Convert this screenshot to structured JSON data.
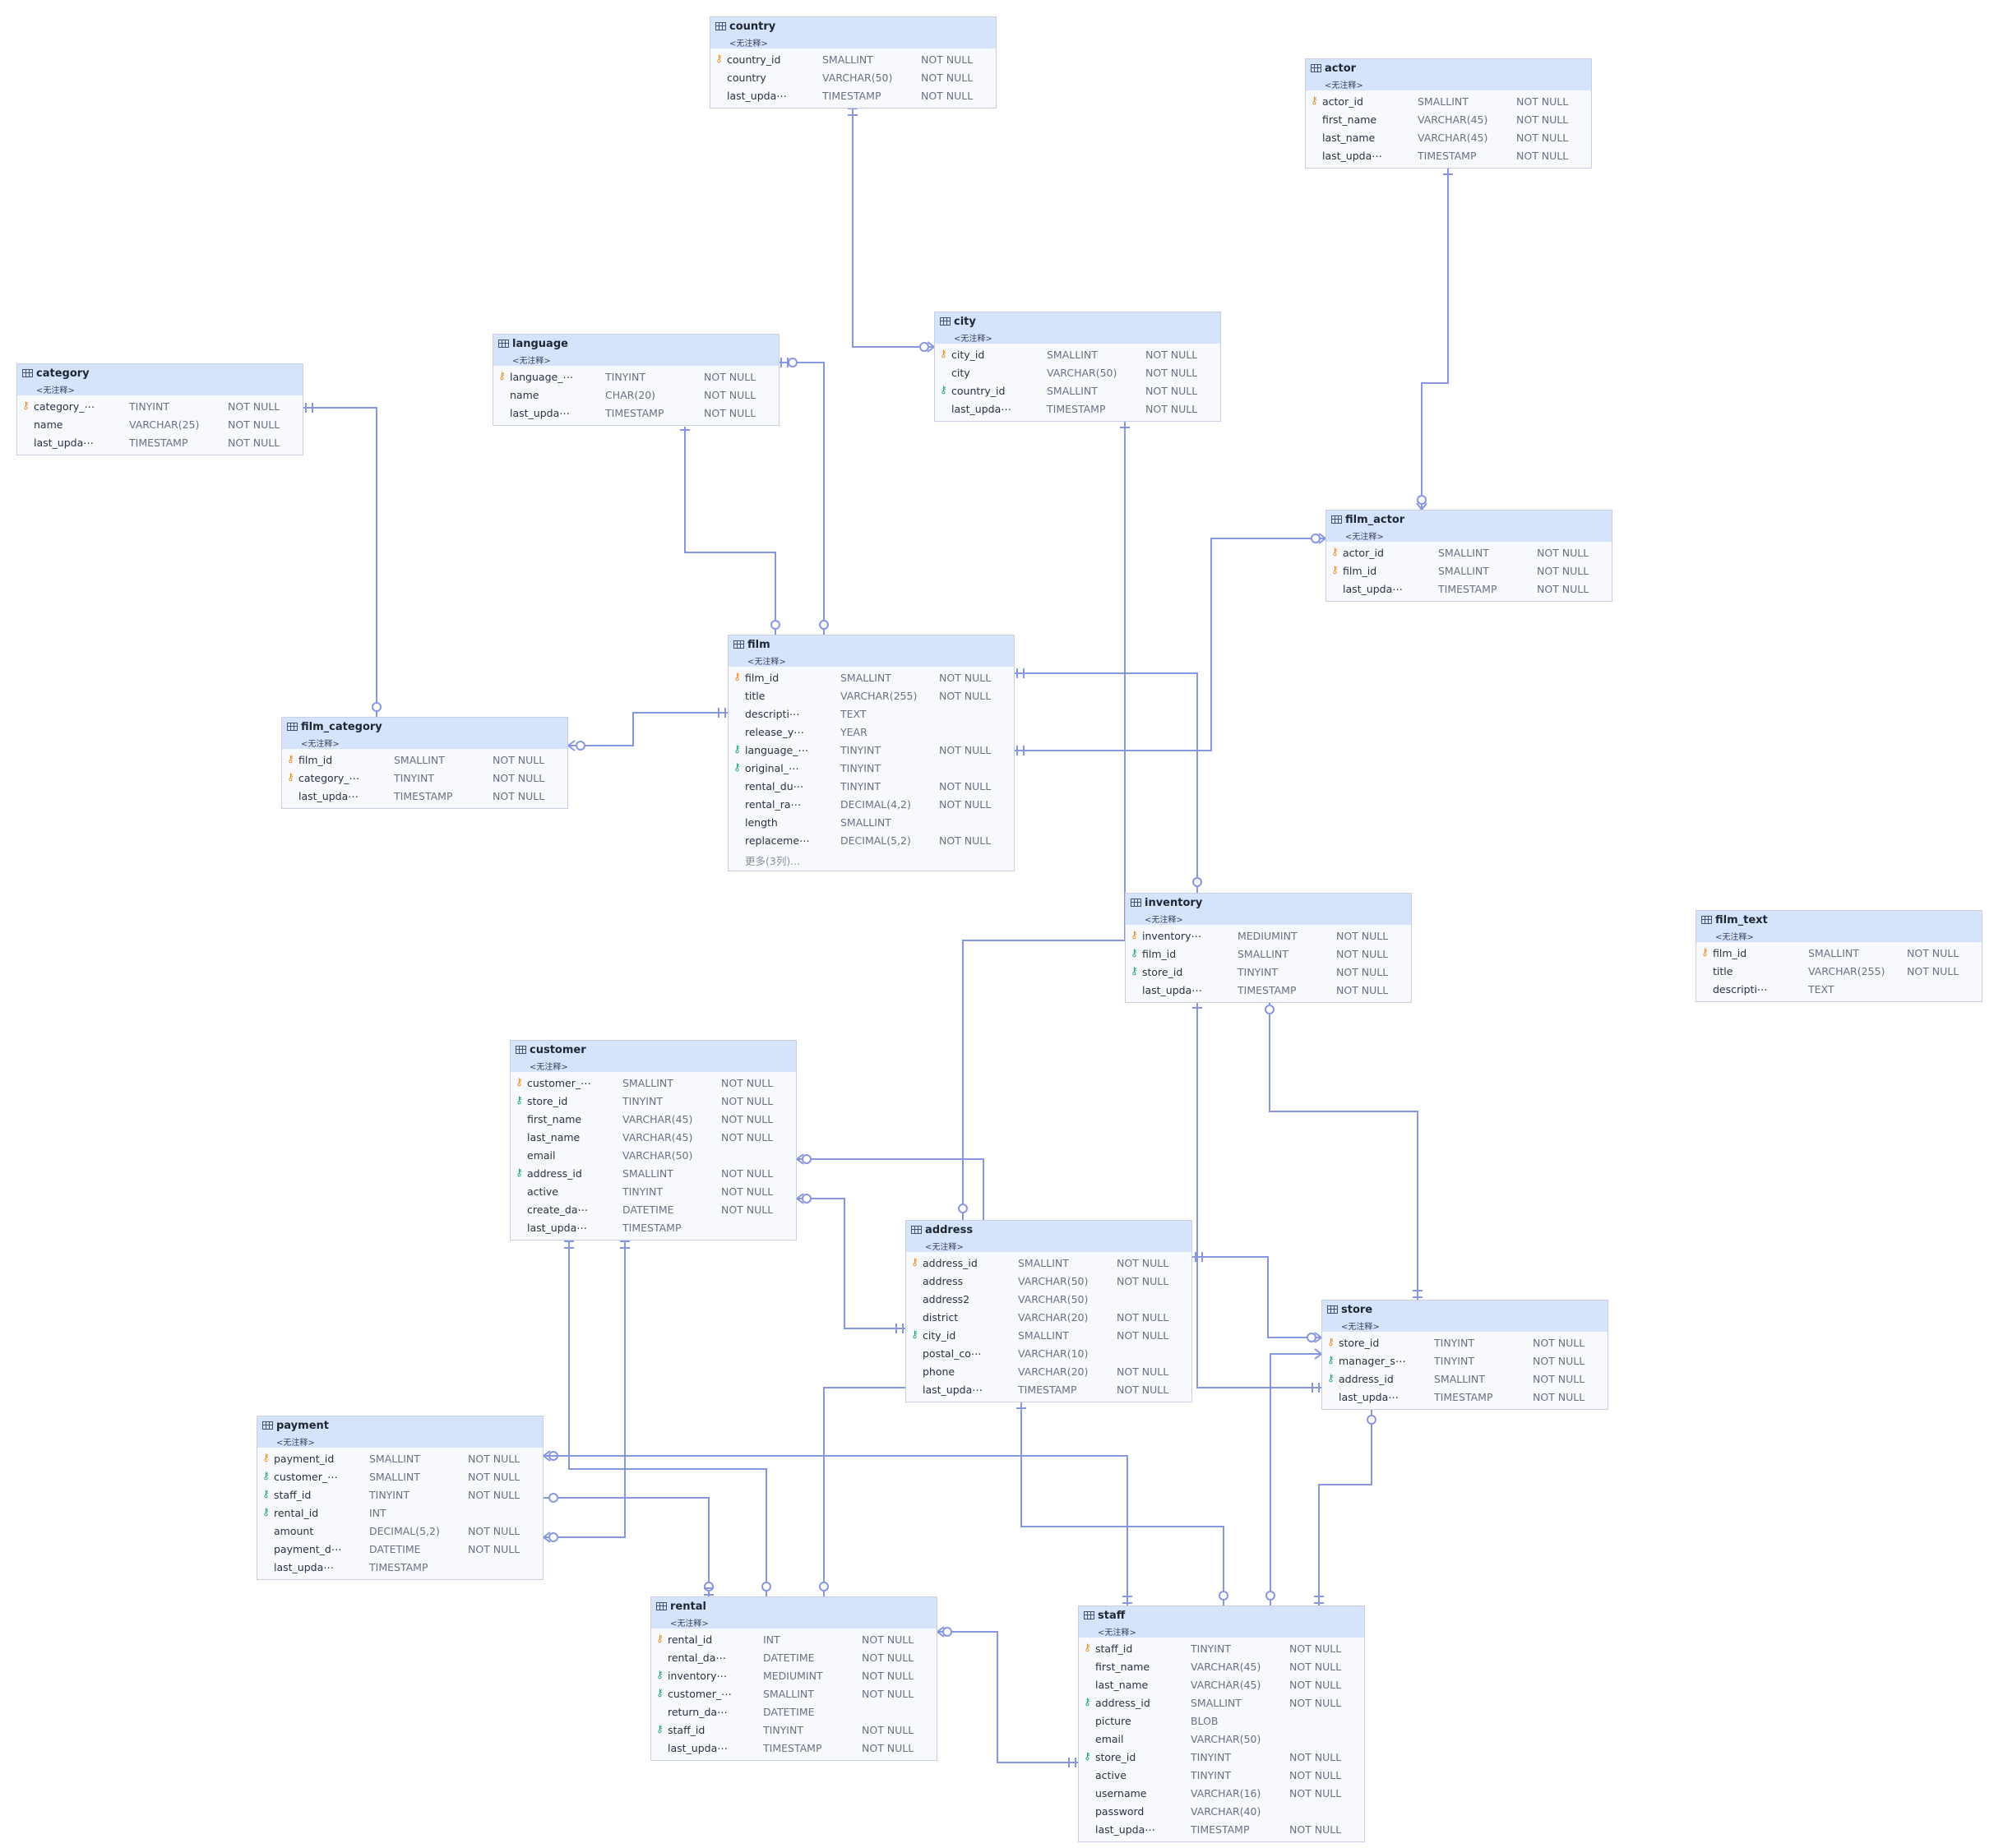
{
  "diagram": {
    "entities": [
      {
        "name": "country",
        "comment": "<无注释>",
        "columns": [
          {
            "key": "pk",
            "name": "country_id",
            "type": "SMALLINT",
            "null": "NOT NULL"
          },
          {
            "key": "",
            "name": "country",
            "type": "VARCHAR(50)",
            "null": "NOT NULL"
          },
          {
            "key": "",
            "name": "last_upda⋯",
            "type": "TIMESTAMP",
            "null": "NOT NULL"
          }
        ]
      },
      {
        "name": "actor",
        "comment": "<无注释>",
        "columns": [
          {
            "key": "pk",
            "name": "actor_id",
            "type": "SMALLINT",
            "null": "NOT NULL"
          },
          {
            "key": "",
            "name": "first_name",
            "type": "VARCHAR(45)",
            "null": "NOT NULL"
          },
          {
            "key": "",
            "name": "last_name",
            "type": "VARCHAR(45)",
            "null": "NOT NULL"
          },
          {
            "key": "",
            "name": "last_upda⋯",
            "type": "TIMESTAMP",
            "null": "NOT NULL"
          }
        ]
      },
      {
        "name": "language",
        "comment": "<无注释>",
        "columns": [
          {
            "key": "pk",
            "name": "language_⋯",
            "type": "TINYINT",
            "null": "NOT NULL"
          },
          {
            "key": "",
            "name": "name",
            "type": "CHAR(20)",
            "null": "NOT NULL"
          },
          {
            "key": "",
            "name": "last_upda⋯",
            "type": "TIMESTAMP",
            "null": "NOT NULL"
          }
        ]
      },
      {
        "name": "city",
        "comment": "<无注释>",
        "columns": [
          {
            "key": "pk",
            "name": "city_id",
            "type": "SMALLINT",
            "null": "NOT NULL"
          },
          {
            "key": "",
            "name": "city",
            "type": "VARCHAR(50)",
            "null": "NOT NULL"
          },
          {
            "key": "fk",
            "name": "country_id",
            "type": "SMALLINT",
            "null": "NOT NULL"
          },
          {
            "key": "",
            "name": "last_upda⋯",
            "type": "TIMESTAMP",
            "null": "NOT NULL"
          }
        ]
      },
      {
        "name": "category",
        "comment": "<无注释>",
        "columns": [
          {
            "key": "pk",
            "name": "category_⋯",
            "type": "TINYINT",
            "null": "NOT NULL"
          },
          {
            "key": "",
            "name": "name",
            "type": "VARCHAR(25)",
            "null": "NOT NULL"
          },
          {
            "key": "",
            "name": "last_upda⋯",
            "type": "TIMESTAMP",
            "null": "NOT NULL"
          }
        ]
      },
      {
        "name": "film_actor",
        "comment": "<无注释>",
        "columns": [
          {
            "key": "pk",
            "name": "actor_id",
            "type": "SMALLINT",
            "null": "NOT NULL"
          },
          {
            "key": "pk",
            "name": "film_id",
            "type": "SMALLINT",
            "null": "NOT NULL"
          },
          {
            "key": "",
            "name": "last_upda⋯",
            "type": "TIMESTAMP",
            "null": "NOT NULL"
          }
        ]
      },
      {
        "name": "film",
        "comment": "<无注释>",
        "columns": [
          {
            "key": "pk",
            "name": "film_id",
            "type": "SMALLINT",
            "null": "NOT NULL"
          },
          {
            "key": "",
            "name": "title",
            "type": "VARCHAR(255)",
            "null": "NOT NULL"
          },
          {
            "key": "",
            "name": "descripti⋯",
            "type": "TEXT",
            "null": ""
          },
          {
            "key": "",
            "name": "release_y⋯",
            "type": "YEAR",
            "null": ""
          },
          {
            "key": "fk",
            "name": "language_⋯",
            "type": "TINYINT",
            "null": "NOT NULL"
          },
          {
            "key": "fk",
            "name": "original_⋯",
            "type": "TINYINT",
            "null": ""
          },
          {
            "key": "",
            "name": "rental_du⋯",
            "type": "TINYINT",
            "null": "NOT NULL"
          },
          {
            "key": "",
            "name": "rental_ra⋯",
            "type": "DECIMAL(4,2)",
            "null": "NOT NULL"
          },
          {
            "key": "",
            "name": "length",
            "type": "SMALLINT",
            "null": ""
          },
          {
            "key": "",
            "name": "replaceme⋯",
            "type": "DECIMAL(5,2)",
            "null": "NOT NULL"
          }
        ],
        "more": "更多(3列)..."
      },
      {
        "name": "film_category",
        "comment": "<无注释>",
        "columns": [
          {
            "key": "pk",
            "name": "film_id",
            "type": "SMALLINT",
            "null": "NOT NULL"
          },
          {
            "key": "pk",
            "name": "category_⋯",
            "type": "TINYINT",
            "null": "NOT NULL"
          },
          {
            "key": "",
            "name": "last_upda⋯",
            "type": "TIMESTAMP",
            "null": "NOT NULL"
          }
        ]
      },
      {
        "name": "inventory",
        "comment": "<无注释>",
        "columns": [
          {
            "key": "pk",
            "name": "inventory⋯",
            "type": "MEDIUMINT",
            "null": "NOT NULL"
          },
          {
            "key": "fk",
            "name": "film_id",
            "type": "SMALLINT",
            "null": "NOT NULL"
          },
          {
            "key": "fk",
            "name": "store_id",
            "type": "TINYINT",
            "null": "NOT NULL"
          },
          {
            "key": "",
            "name": "last_upda⋯",
            "type": "TIMESTAMP",
            "null": "NOT NULL"
          }
        ]
      },
      {
        "name": "film_text",
        "comment": "<无注释>",
        "columns": [
          {
            "key": "pk",
            "name": "film_id",
            "type": "SMALLINT",
            "null": "NOT NULL"
          },
          {
            "key": "",
            "name": "title",
            "type": "VARCHAR(255)",
            "null": "NOT NULL"
          },
          {
            "key": "",
            "name": "descripti⋯",
            "type": "TEXT",
            "null": ""
          }
        ]
      },
      {
        "name": "customer",
        "comment": "<无注释>",
        "columns": [
          {
            "key": "pk",
            "name": "customer_⋯",
            "type": "SMALLINT",
            "null": "NOT NULL"
          },
          {
            "key": "fk",
            "name": "store_id",
            "type": "TINYINT",
            "null": "NOT NULL"
          },
          {
            "key": "",
            "name": "first_name",
            "type": "VARCHAR(45)",
            "null": "NOT NULL"
          },
          {
            "key": "",
            "name": "last_name",
            "type": "VARCHAR(45)",
            "null": "NOT NULL"
          },
          {
            "key": "",
            "name": "email",
            "type": "VARCHAR(50)",
            "null": ""
          },
          {
            "key": "fk",
            "name": "address_id",
            "type": "SMALLINT",
            "null": "NOT NULL"
          },
          {
            "key": "",
            "name": "active",
            "type": "TINYINT",
            "null": "NOT NULL"
          },
          {
            "key": "",
            "name": "create_da⋯",
            "type": "DATETIME",
            "null": "NOT NULL"
          },
          {
            "key": "",
            "name": "last_upda⋯",
            "type": "TIMESTAMP",
            "null": ""
          }
        ]
      },
      {
        "name": "address",
        "comment": "<无注释>",
        "columns": [
          {
            "key": "pk",
            "name": "address_id",
            "type": "SMALLINT",
            "null": "NOT NULL"
          },
          {
            "key": "",
            "name": "address",
            "type": "VARCHAR(50)",
            "null": "NOT NULL"
          },
          {
            "key": "",
            "name": "address2",
            "type": "VARCHAR(50)",
            "null": ""
          },
          {
            "key": "",
            "name": "district",
            "type": "VARCHAR(20)",
            "null": "NOT NULL"
          },
          {
            "key": "fk",
            "name": "city_id",
            "type": "SMALLINT",
            "null": "NOT NULL"
          },
          {
            "key": "",
            "name": "postal_co⋯",
            "type": "VARCHAR(10)",
            "null": ""
          },
          {
            "key": "",
            "name": "phone",
            "type": "VARCHAR(20)",
            "null": "NOT NULL"
          },
          {
            "key": "",
            "name": "last_upda⋯",
            "type": "TIMESTAMP",
            "null": "NOT NULL"
          }
        ]
      },
      {
        "name": "store",
        "comment": "<无注释>",
        "columns": [
          {
            "key": "pk",
            "name": "store_id",
            "type": "TINYINT",
            "null": "NOT NULL"
          },
          {
            "key": "fk",
            "name": "manager_s⋯",
            "type": "TINYINT",
            "null": "NOT NULL"
          },
          {
            "key": "fk",
            "name": "address_id",
            "type": "SMALLINT",
            "null": "NOT NULL"
          },
          {
            "key": "",
            "name": "last_upda⋯",
            "type": "TIMESTAMP",
            "null": "NOT NULL"
          }
        ]
      },
      {
        "name": "payment",
        "comment": "<无注释>",
        "columns": [
          {
            "key": "pk",
            "name": "payment_id",
            "type": "SMALLINT",
            "null": "NOT NULL"
          },
          {
            "key": "fk",
            "name": "customer_⋯",
            "type": "SMALLINT",
            "null": "NOT NULL"
          },
          {
            "key": "fk",
            "name": "staff_id",
            "type": "TINYINT",
            "null": "NOT NULL"
          },
          {
            "key": "fk",
            "name": "rental_id",
            "type": "INT",
            "null": ""
          },
          {
            "key": "",
            "name": "amount",
            "type": "DECIMAL(5,2)",
            "null": "NOT NULL"
          },
          {
            "key": "",
            "name": "payment_d⋯",
            "type": "DATETIME",
            "null": "NOT NULL"
          },
          {
            "key": "",
            "name": "last_upda⋯",
            "type": "TIMESTAMP",
            "null": ""
          }
        ]
      },
      {
        "name": "rental",
        "comment": "<无注释>",
        "columns": [
          {
            "key": "pk",
            "name": "rental_id",
            "type": "INT",
            "null": "NOT NULL"
          },
          {
            "key": "",
            "name": "rental_da⋯",
            "type": "DATETIME",
            "null": "NOT NULL"
          },
          {
            "key": "fk",
            "name": "inventory⋯",
            "type": "MEDIUMINT",
            "null": "NOT NULL"
          },
          {
            "key": "fk",
            "name": "customer_⋯",
            "type": "SMALLINT",
            "null": "NOT NULL"
          },
          {
            "key": "",
            "name": "return_da⋯",
            "type": "DATETIME",
            "null": ""
          },
          {
            "key": "fk",
            "name": "staff_id",
            "type": "TINYINT",
            "null": "NOT NULL"
          },
          {
            "key": "",
            "name": "last_upda⋯",
            "type": "TIMESTAMP",
            "null": "NOT NULL"
          }
        ]
      },
      {
        "name": "staff",
        "comment": "<无注释>",
        "columns": [
          {
            "key": "pk",
            "name": "staff_id",
            "type": "TINYINT",
            "null": "NOT NULL"
          },
          {
            "key": "",
            "name": "first_name",
            "type": "VARCHAR(45)",
            "null": "NOT NULL"
          },
          {
            "key": "",
            "name": "last_name",
            "type": "VARCHAR(45)",
            "null": "NOT NULL"
          },
          {
            "key": "fk",
            "name": "address_id",
            "type": "SMALLINT",
            "null": "NOT NULL"
          },
          {
            "key": "",
            "name": "picture",
            "type": "BLOB",
            "null": ""
          },
          {
            "key": "",
            "name": "email",
            "type": "VARCHAR(50)",
            "null": ""
          },
          {
            "key": "fk",
            "name": "store_id",
            "type": "TINYINT",
            "null": "NOT NULL"
          },
          {
            "key": "",
            "name": "active",
            "type": "TINYINT",
            "null": "NOT NULL"
          },
          {
            "key": "",
            "name": "username",
            "type": "VARCHAR(16)",
            "null": "NOT NULL"
          },
          {
            "key": "",
            "name": "password",
            "type": "VARCHAR(40)",
            "null": ""
          },
          {
            "key": "",
            "name": "last_upda⋯",
            "type": "TIMESTAMP",
            "null": "NOT NULL"
          }
        ]
      }
    ],
    "relationships": [
      {
        "from": "country",
        "to": "city",
        "one": "one",
        "many": "zero-or-many"
      },
      {
        "from": "actor",
        "to": "film_actor",
        "one": "one",
        "many": "zero-or-one"
      },
      {
        "from": "language",
        "to": "film",
        "one": "one",
        "many": "zero-or-one"
      },
      {
        "from": "language",
        "to": "film",
        "one": "zero-or-one",
        "many": "zero-or-one"
      },
      {
        "from": "category",
        "to": "film_category",
        "one": "one",
        "many": "zero-or-one"
      },
      {
        "from": "film",
        "to": "film_category",
        "one": "one",
        "many": "zero-or-many"
      },
      {
        "from": "film",
        "to": "film_actor",
        "one": "one",
        "many": "zero-or-many"
      },
      {
        "from": "film",
        "to": "inventory",
        "one": "one",
        "many": "zero-or-one"
      },
      {
        "from": "city",
        "to": "address",
        "one": "one",
        "many": "one"
      },
      {
        "from": "inventory",
        "to": "address",
        "one": "",
        "many": "zero-or-one"
      },
      {
        "from": "inventory",
        "to": "store",
        "one": "zero-or-one",
        "many": "one"
      },
      {
        "from": "inventory",
        "to": "store",
        "one": "one",
        "many": "one"
      },
      {
        "from": "address",
        "to": "customer",
        "one": "",
        "many": "zero-or-many"
      },
      {
        "from": "address",
        "to": "customer",
        "one": "one",
        "many": "zero-or-many"
      },
      {
        "from": "address",
        "to": "store",
        "one": "one",
        "many": "zero-or-many"
      },
      {
        "from": "address",
        "to": "rental",
        "one": "",
        "many": "zero-or-one"
      },
      {
        "from": "address",
        "to": "staff",
        "one": "one",
        "many": "zero-or-one"
      },
      {
        "from": "customer",
        "to": "payment",
        "one": "one",
        "many": "zero-or-many"
      },
      {
        "from": "customer",
        "to": "rental",
        "one": "one",
        "many": "zero-or-one"
      },
      {
        "from": "payment",
        "to": "staff",
        "one": "zero-or-one",
        "many": "one"
      },
      {
        "from": "payment",
        "to": "rental",
        "one": "zero-or-one",
        "many": "one"
      },
      {
        "from": "rental",
        "to": "staff",
        "one": "zero-or-many",
        "many": "one"
      },
      {
        "from": "store",
        "to": "staff",
        "one": "zero-or-many",
        "many": "zero-or-one"
      },
      {
        "from": "store",
        "to": "staff",
        "one": "zero-or-one",
        "many": "one"
      }
    ],
    "colors": {
      "line": "#8796e0",
      "header": "#d6e4fb",
      "border": "#c9cfe0",
      "pk": "#ef8a1d",
      "fk": "#22a07a"
    }
  }
}
